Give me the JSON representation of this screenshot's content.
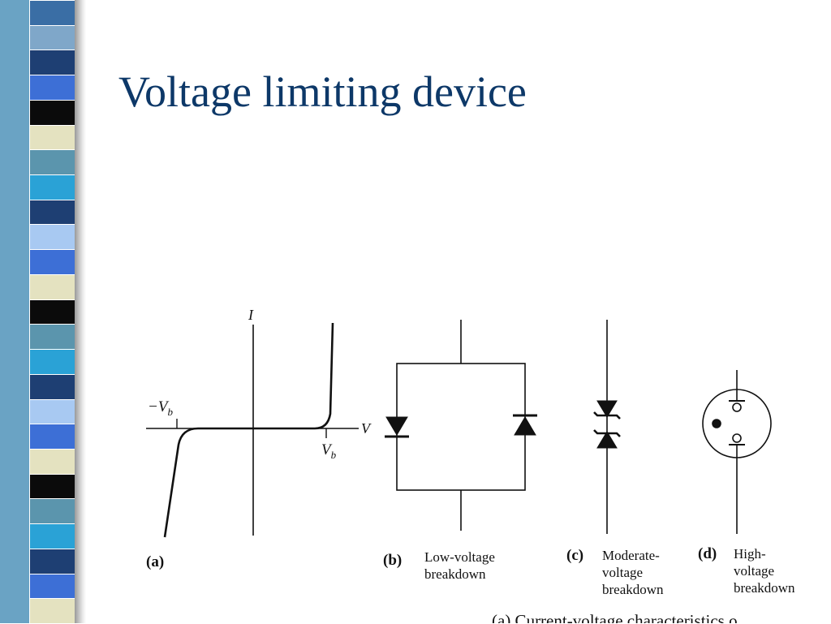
{
  "slide": {
    "title": "Voltage limiting device"
  },
  "stripe_colors": [
    "#3a6ea5",
    "#7fa7c9",
    "#1e3f73",
    "#3d6fd6",
    "#0b0b0b",
    "#e4e2c0",
    "#5b95ad",
    "#2aa2d6",
    "#1e3f73",
    "#a8c9f2",
    "#3d6fd6",
    "#e4e2c0",
    "#0b0b0b",
    "#5b95ad",
    "#2aa2d6",
    "#1e3f73",
    "#a8c9f2",
    "#3d6fd6",
    "#e4e2c0",
    "#0b0b0b",
    "#5b95ad",
    "#2aa2d6",
    "#1e3f73",
    "#3d6fd6",
    "#e4e2c0"
  ],
  "figure": {
    "panel_a": {
      "label": "(a)",
      "y_axis_label": "I",
      "x_axis_label": "V",
      "neg_breakdown_label": "−V",
      "neg_breakdown_sub": "b",
      "pos_breakdown_label": "V",
      "pos_breakdown_sub": "b"
    },
    "panel_b": {
      "label": "(b)",
      "caption_line1": "Low-voltage",
      "caption_line2": "breakdown"
    },
    "panel_c": {
      "label": "(c)",
      "caption_line1": "Moderate-",
      "caption_line2": "voltage",
      "caption_line3": "breakdown"
    },
    "panel_d": {
      "label": "(d)",
      "caption_line1": "High-",
      "caption_line2": "voltage",
      "caption_line3": "breakdown"
    },
    "partial_caption": "(a) Current-voltage characteristics o"
  }
}
